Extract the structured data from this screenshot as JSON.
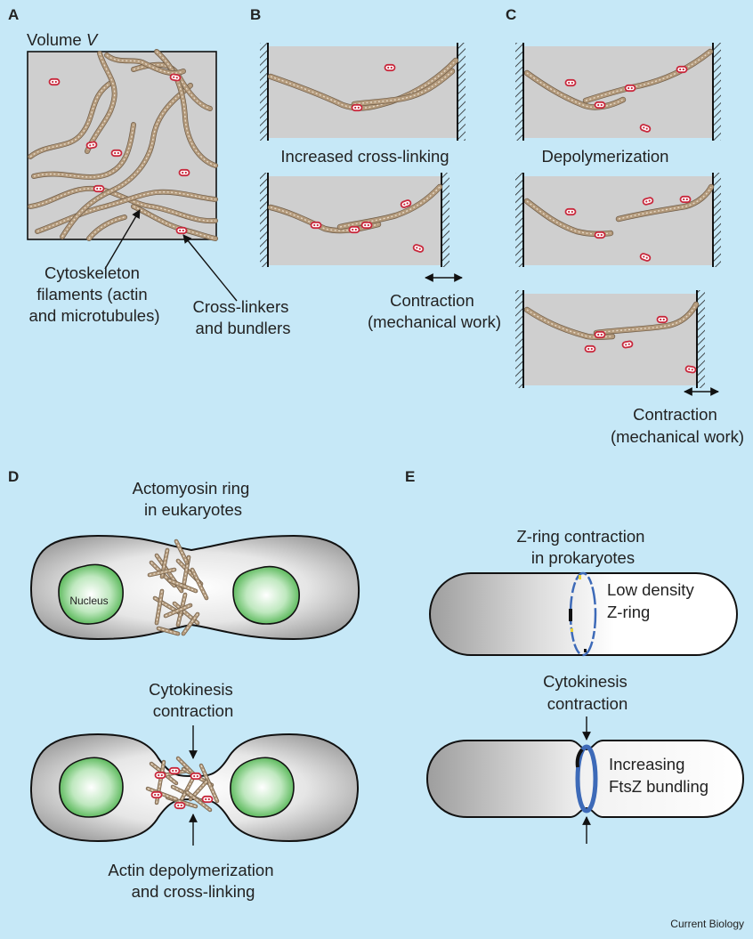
{
  "panel_labels": {
    "a": "A",
    "b": "B",
    "c": "C",
    "d": "D",
    "e": "E"
  },
  "panel_a": {
    "volume_prefix": "Volume",
    "volume_symbol": "V",
    "filaments_label": [
      "Cytoskeleton",
      "filaments (actin",
      "and microtubules)"
    ],
    "crosslinkers_label": [
      "Cross-linkers",
      "and bundlers"
    ]
  },
  "panel_b": {
    "step_label": "Increased cross-linking",
    "contraction_label": [
      "Contraction",
      "(mechanical work)"
    ]
  },
  "panel_c": {
    "step_label": "Depolymerization",
    "contraction_label": [
      "Contraction",
      "(mechanical work)"
    ]
  },
  "panel_d": {
    "top_caption": [
      "Actomyosin ring",
      "in eukaryotes"
    ],
    "nucleus_label": "Nucleus",
    "middle_caption": [
      "Cytokinesis",
      "contraction"
    ],
    "bottom_caption": [
      "Actin depolymerization",
      "and cross-linking"
    ]
  },
  "panel_e": {
    "top_caption": [
      "Z-ring contraction",
      "in prokaryotes"
    ],
    "low_density_label": [
      "Low density",
      "Z-ring"
    ],
    "middle_caption": [
      "Cytokinesis",
      "contraction"
    ],
    "bundling_label": [
      "Increasing",
      "FtsZ bundling"
    ]
  },
  "credit": "Current Biology",
  "colors": {
    "background": "#c6e8f7",
    "box_fill": "#cfcfcf",
    "filament": "#a48a6e",
    "crosslinker": "#c8283c",
    "nucleus": "#5cc05c",
    "z_ring": "#3d6ab8"
  }
}
